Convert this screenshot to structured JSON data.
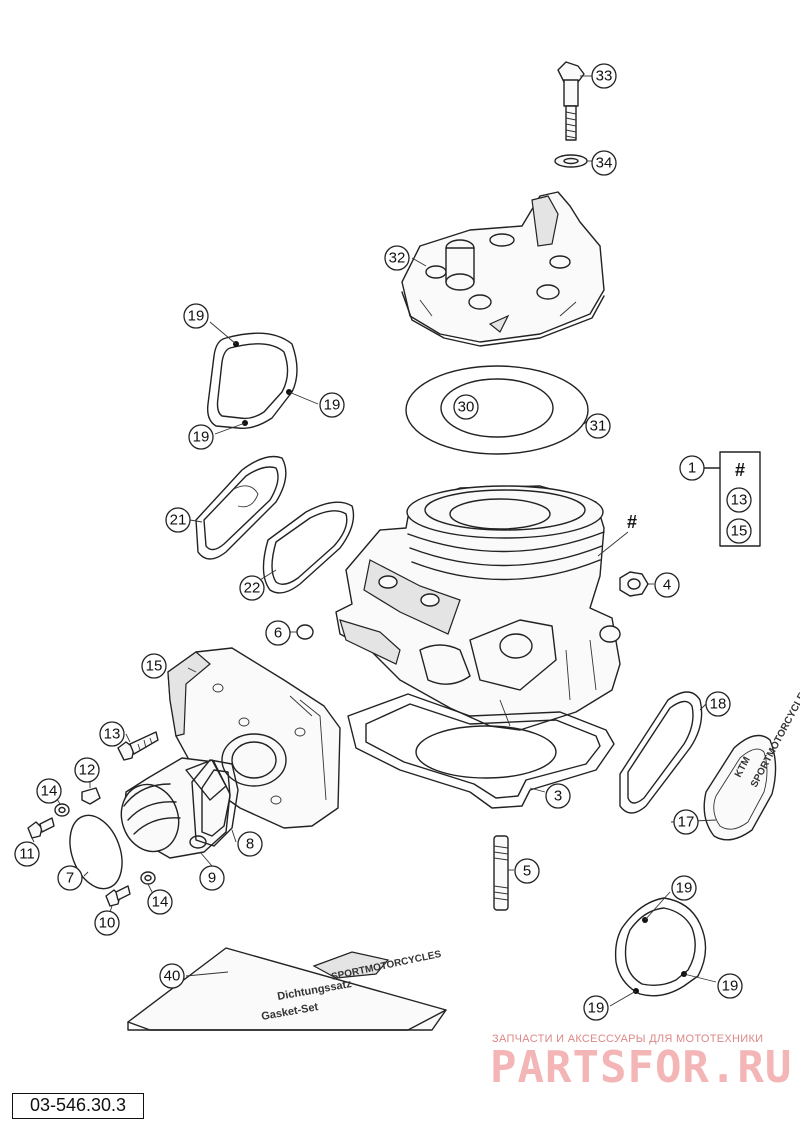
{
  "callouts": [
    {
      "id": "c33",
      "label": "33"
    },
    {
      "id": "c34",
      "label": "34"
    },
    {
      "id": "c32",
      "label": "32"
    },
    {
      "id": "c19a",
      "label": "19"
    },
    {
      "id": "c19b",
      "label": "19"
    },
    {
      "id": "c19c",
      "label": "19"
    },
    {
      "id": "c30",
      "label": "30"
    },
    {
      "id": "c31",
      "label": "31"
    },
    {
      "id": "c1",
      "label": "1"
    },
    {
      "id": "c13a",
      "label": "13"
    },
    {
      "id": "c15a",
      "label": "15"
    },
    {
      "id": "c21",
      "label": "21"
    },
    {
      "id": "c22",
      "label": "22"
    },
    {
      "id": "c4",
      "label": "4"
    },
    {
      "id": "c6",
      "label": "6"
    },
    {
      "id": "c15b",
      "label": "15"
    },
    {
      "id": "c18",
      "label": "18"
    },
    {
      "id": "c13b",
      "label": "13"
    },
    {
      "id": "c12",
      "label": "12"
    },
    {
      "id": "c3",
      "label": "3"
    },
    {
      "id": "c14a",
      "label": "14"
    },
    {
      "id": "c11",
      "label": "11"
    },
    {
      "id": "c8",
      "label": "8"
    },
    {
      "id": "c17",
      "label": "17"
    },
    {
      "id": "c7",
      "label": "7"
    },
    {
      "id": "c9",
      "label": "9"
    },
    {
      "id": "c5",
      "label": "5"
    },
    {
      "id": "c14b",
      "label": "14"
    },
    {
      "id": "c10",
      "label": "10"
    },
    {
      "id": "c19d",
      "label": "19"
    },
    {
      "id": "c40",
      "label": "40"
    },
    {
      "id": "c19e",
      "label": "19"
    },
    {
      "id": "c19f",
      "label": "19"
    }
  ],
  "hash_symbol": "#",
  "kit_box": {
    "hash": "#"
  },
  "gasket_kit": {
    "brand": "SPORTMOTORCYCLES",
    "line1": "Dichtungssatz",
    "line2": "Gasket-Set"
  },
  "cover_text": {
    "brand": "KTM",
    "sub": "SPORTMOTORCYCLES"
  },
  "watermark": {
    "top": "ЗАПЧАСТИ И АКСЕССУАРЫ ДЛЯ МОТОТЕХНИКИ",
    "main": "PARTSFOR.RU"
  },
  "part_number": "03-546.30.3",
  "colors": {
    "line": "#222222",
    "watermark": "#f3b5b5"
  }
}
